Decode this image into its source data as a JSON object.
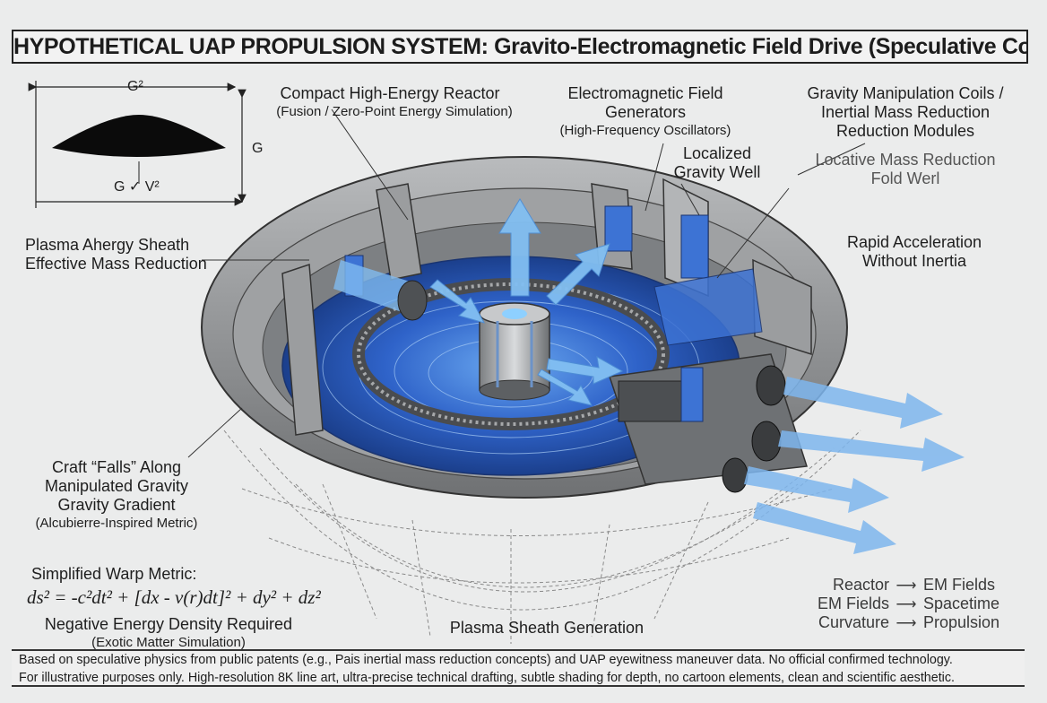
{
  "title": "HYPOTHETICAL UAP PROPULSION SYSTEM: Gravito-Electromagnetic Field Drive (Speculative Concept)",
  "inset": {
    "top": "G²",
    "right": "G",
    "bottom": "G ✓ V²"
  },
  "labels": {
    "reactor_l1": "Compact High-Energy Reactor",
    "reactor_l2": "(Fusion / Zero-Point Energy Simulation)",
    "em_l1": "Electromagnetic Field",
    "em_l2": "Generators",
    "em_l3": "(High-Frequency Oscillators)",
    "coils_l1": "Gravity Manipulation Coils /",
    "coils_l2": "Inertial Mass Reduction",
    "coils_l3": "Reduction Modules",
    "well_l1": "Localized",
    "well_l2": "Gravity Well",
    "locative_l1": "Locative Mass Reduction",
    "locative_l2": "Fold Werl",
    "plasma_l1": "Plasma Ahergy Sheath",
    "plasma_l2": "Effective Mass Reduction",
    "rapid_l1": "Rapid Acceleration",
    "rapid_l2": "Without Inertia",
    "falls_l1": "Craft “Falls” Along",
    "falls_l2": "Manipulated Gravity",
    "falls_l3": "Gravity Gradient",
    "falls_l4": "(Alcubierre-Inspired Metric)",
    "sheath_gen": "Plasma Sheath Generation"
  },
  "metric": {
    "heading": "Simplified Warp Metric:",
    "equation": "ds² = -c²dt² + [dx - v(r)dt]² + dy² + dz²",
    "note_l1": "Negative Energy Density Required",
    "note_l2": "(Exotic Matter Simulation)"
  },
  "flow": [
    {
      "from": "Reactor",
      "arrow": "⟶",
      "to": "EM Fields"
    },
    {
      "from": "EM Fields",
      "arrow": "⟶",
      "to": "Spacetime"
    },
    {
      "from": "Curvature",
      "arrow": "⟶",
      "to": "Propulsion"
    }
  ],
  "footer": {
    "line1": "Based on speculative physics from public patents (e.g., Pais inertial mass reduction concepts) and UAP eyewitness maneuver data. No official confirmed technology.",
    "line2": "For illustrative purposes only. High-resolution 8K line art, ultra-precise technical drafting, subtle shading for depth, no cartoon elements, clean and scientific aesthetic."
  },
  "colors": {
    "background": "#ebecec",
    "hull": "#8a8c8e",
    "field_blue": "#2f63c9",
    "beam_blue": "#79b8ef",
    "ink": "#1c1c1c"
  }
}
